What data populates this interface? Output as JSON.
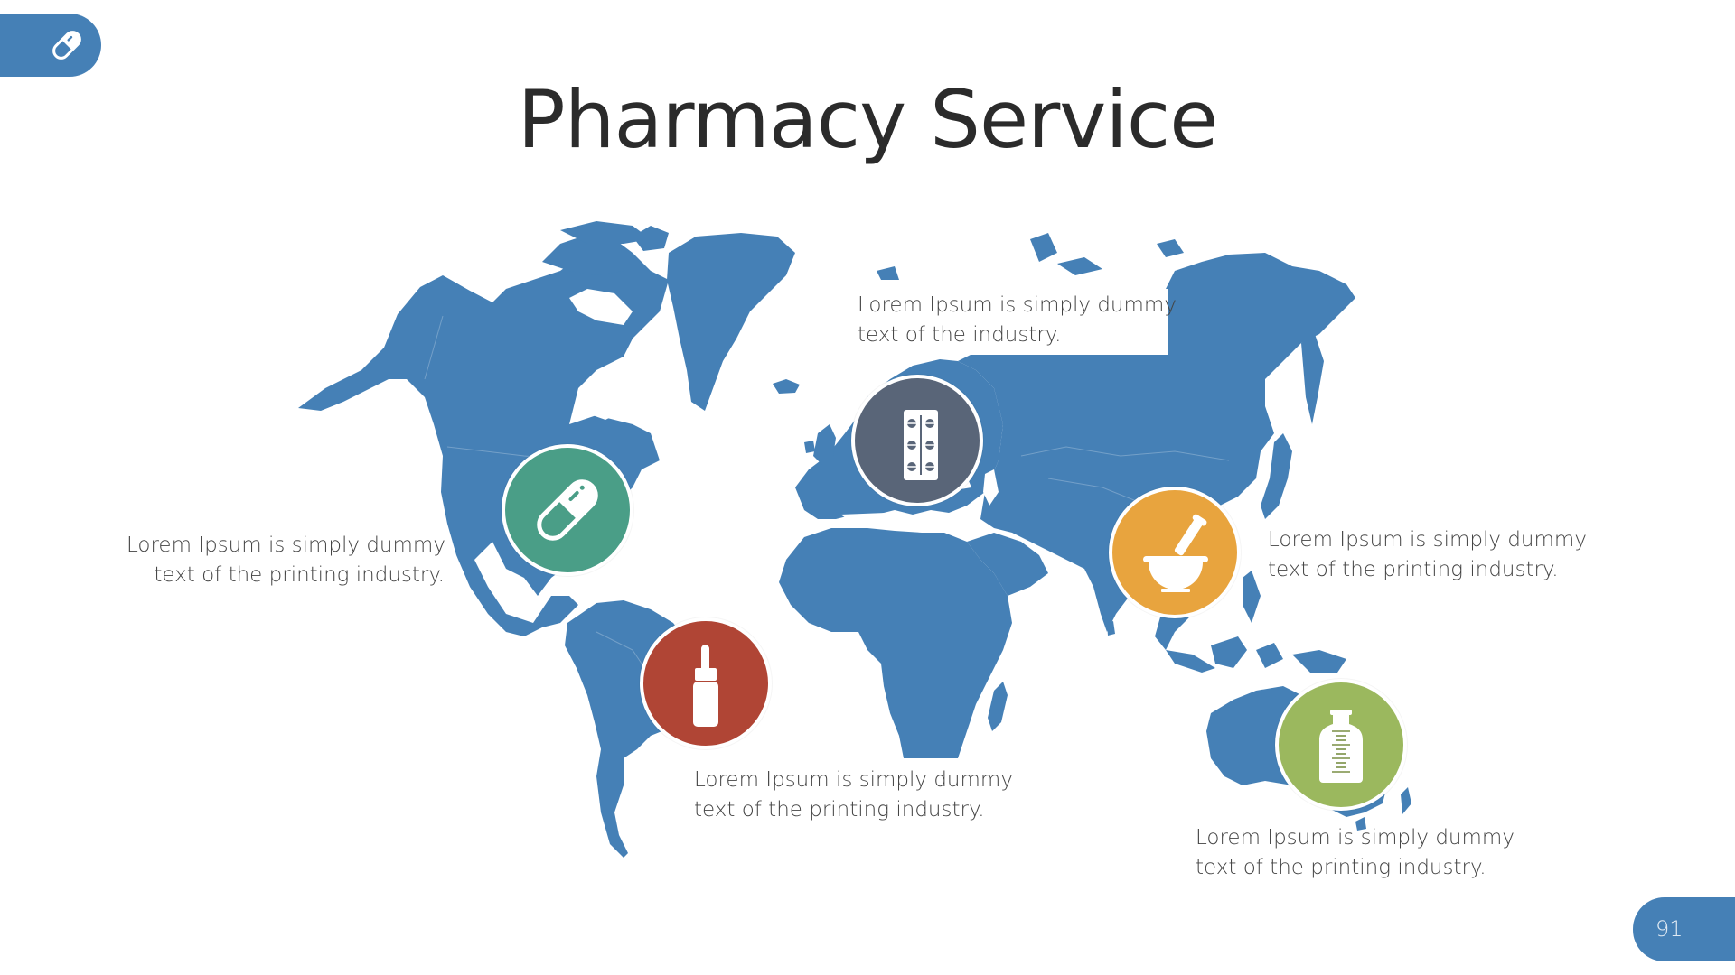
{
  "slide": {
    "title": "Pharmacy Service",
    "page_number": "91",
    "corner_icon": "capsule-icon"
  },
  "colors": {
    "map": "#4580b6",
    "accent": "#4580b6",
    "title_text": "#2b2b2b",
    "body_text": "#444444"
  },
  "markers": [
    {
      "id": "north-america",
      "icon": "capsule-icon",
      "color": "#4a9e87",
      "text_line1": "Lorem Ipsum is simply dummy",
      "text_line2": "text of the printing industry."
    },
    {
      "id": "europe",
      "icon": "pill-blister-pack-icon",
      "color": "#596578",
      "text_line1": "Lorem Ipsum is simply dummy",
      "text_line2": "text of the industry."
    },
    {
      "id": "south-america",
      "icon": "dropper-bottle-icon",
      "color": "#b04535",
      "text_line1": "Lorem Ipsum is simply dummy",
      "text_line2": "text of the printing industry."
    },
    {
      "id": "asia",
      "icon": "mortar-pestle-icon",
      "color": "#e8a43e",
      "text_line1": "Lorem Ipsum is simply dummy",
      "text_line2": "text of the printing industry."
    },
    {
      "id": "australia",
      "icon": "medicine-bottle-icon",
      "color": "#9bb85e",
      "text_line1": "Lorem Ipsum is simply dummy",
      "text_line2": "text of the printing industry."
    }
  ]
}
